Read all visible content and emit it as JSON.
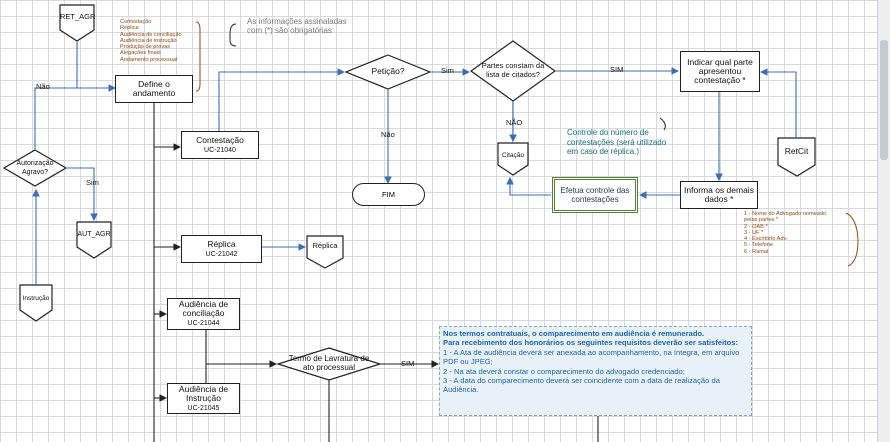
{
  "nodes": {
    "ret_agr": "RET_AGR",
    "define": "Define o andamento",
    "autorizacao": "Autorização Agravo?",
    "aut_agr": "AUT_AGR",
    "instrucao": "Instrução",
    "contestacao_t": "Contestação",
    "contestacao_s": "UC-21040",
    "replica_t": "Réplica",
    "replica_s": "UC-21042",
    "replica_off": "Réplica",
    "aud_conc_t": "Audiência de conciliação",
    "aud_conc_s": "UC-21044",
    "aud_inst_t": "Audiência de Instrução",
    "aud_inst_s": "UC-21045",
    "termo": "Termo de Lavratura de ato processual",
    "peticao": "Petição?",
    "partes": "Partes constam da lista de citados?",
    "citacao": "Citação",
    "fim": "FIM",
    "indicar": "Indicar qual parte apresentou contestação *",
    "retcit": "RetCit",
    "informa": "Informa os demais dados *",
    "efetua": "Efetua controle das contestações"
  },
  "labels": {
    "nao1": "Não",
    "sim1": "Sim",
    "sim2": "Sim",
    "sim3": "SIM",
    "nao2": "Não",
    "nao3": "NÃO",
    "sim4": "SIM"
  },
  "annotations": {
    "list1": [
      "Contestação",
      "Réplica",
      "Audiência de conciliação",
      "Audiência de instrução",
      "Produção de provas",
      "Alegações finais",
      "Andamento processual"
    ],
    "info_obrig": "As informações assinaladas com (*) são obrigatórias",
    "controle_num": "Controle do número de contestações (será utilizado em caso de réplica.)",
    "list2": [
      "1 - Nome do Advogado nomeado pelas partes *",
      "2 - OAB *",
      "3 - UF *",
      "4 - Escritório Adv.",
      "5 - Telefone",
      "6 - Ramal"
    ]
  },
  "callout": {
    "line1": "Nos termos contratuais, o comparecimento em audiência é remunerado.",
    "line2": "Para recebimento dos honorários os seguintes requisitos deverão ser satisfeitos:",
    "item1": "1 - A Ata de audiência deverá ser anexada ao acompanhamento, na íntegra, em arquivo PDF ou JPEG;",
    "item2": "2 - Na ata deverá constar o comparecimento do advogado credenciado;",
    "item3": "3 - A data do comparecimento deverá ser coincidente com a data de realização da Audiência."
  },
  "colors": {
    "line": "#222222",
    "connector_blue": "#3f6fa8",
    "annotation_brown": "#8a4a1a",
    "teal_text": "#1c6a78",
    "callout_text": "#1d66a8",
    "callout_bg": "#e9f1f8",
    "green_border": "#5a7a3a"
  }
}
